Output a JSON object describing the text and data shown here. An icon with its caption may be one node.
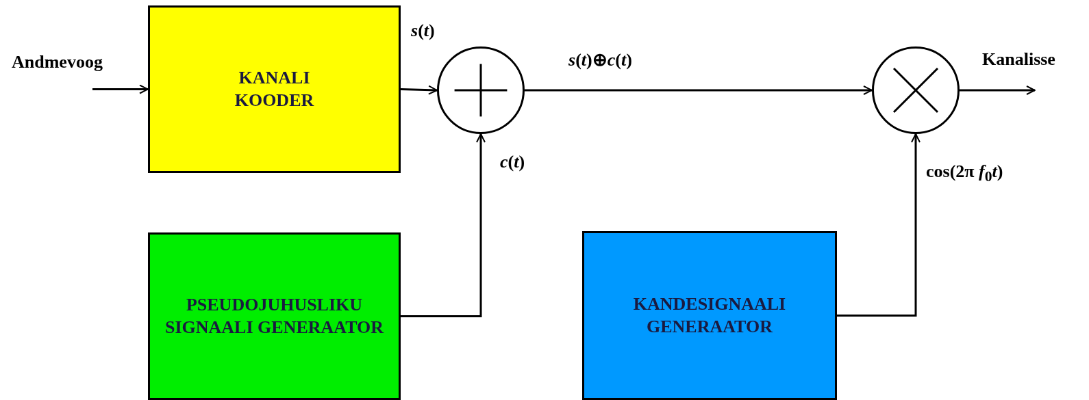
{
  "diagram": {
    "nodes": [
      {
        "text": [
          "KANALI KOODER"
        ]
      },
      {
        "text": [],
        "shape": "circle"
      },
      {
        "text": [
          "PSEUDOJUHUSLIKU SIGNAALI GENERAATOR"
        ]
      },
      {
        "text": [
          "KANDESIGNAALI GENERAATOR"
        ]
      },
      {
        "text": [],
        "shape": "circle"
      }
    ],
    "edges": [
      {
        "from": null,
        "to": 0,
        "arrow": "to",
        "label": "Andmevoog"
      },
      {
        "from": 0,
        "to": 1,
        "arrow": "to",
        "label": "*s*(*t*)"
      },
      {
        "from": 2,
        "to": 1,
        "arrow": "to",
        "label": "*c*(*t*)"
      },
      {
        "from": 1,
        "to": 4,
        "arrow": "to",
        "label": "*s*(*t*)⊕*c*(*t*)"
      },
      {
        "from": 3,
        "to": 4,
        "arrow": "to",
        "label": "cos(2π *f*$_{0}$*t*)"
      },
      {
        "from": 4,
        "to": null,
        "arrow": "to",
        "label": "Kanalisse"
      }
    ]
  }
}
